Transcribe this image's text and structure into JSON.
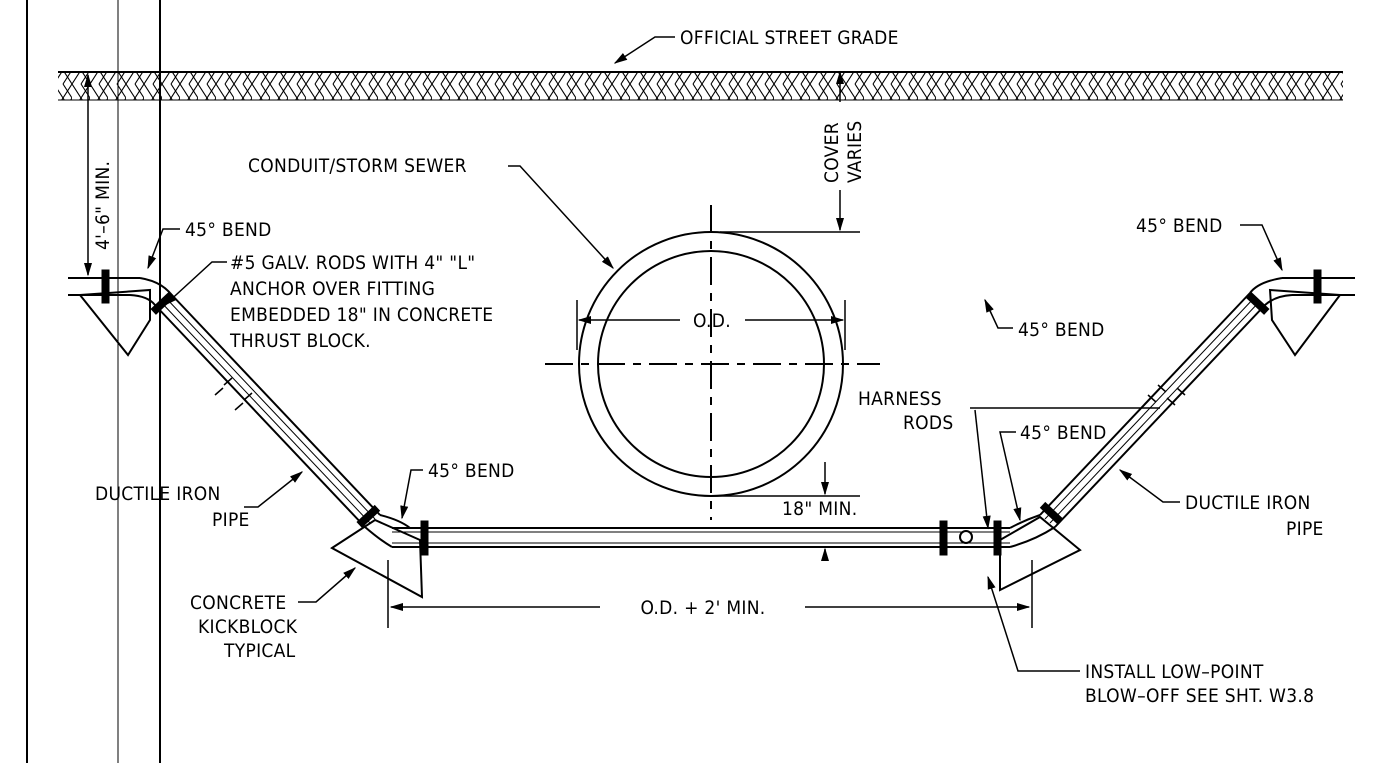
{
  "labels": {
    "street_grade": "OFFICIAL STREET GRADE",
    "depth_min": "4'–6\" MIN.",
    "conduit": "CONDUIT/STORM SEWER",
    "cover": "COVER",
    "varies": "VARIES",
    "bend_tl": "45° BEND",
    "rods_1": "#5 GALV. RODS WITH 4\" \"L\"",
    "rods_2": "ANCHOR OVER FITTING",
    "rods_3": "EMBEDDED 18\" IN CONCRETE",
    "rods_4": "THRUST BLOCK.",
    "od": "O.D.",
    "bend_tr": "45° BEND",
    "bend_mr": "45° BEND",
    "harness_1": "HARNESS",
    "harness_2": "RODS",
    "bend_lr": "45° BEND",
    "bend_ll": "45° BEND",
    "dip_left_1": "DUCTILE IRON",
    "dip_left_2": "PIPE",
    "dip_right_1": "DUCTILE IRON",
    "dip_right_2": "PIPE",
    "min_18": "18\" MIN.",
    "kick_1": "CONCRETE",
    "kick_2": "KICKBLOCK",
    "kick_3": "TYPICAL",
    "od_plus": "O.D. + 2' MIN.",
    "install_1": "INSTALL LOW–POINT",
    "install_2": "BLOW–OFF SEE SHT. W3.8"
  }
}
